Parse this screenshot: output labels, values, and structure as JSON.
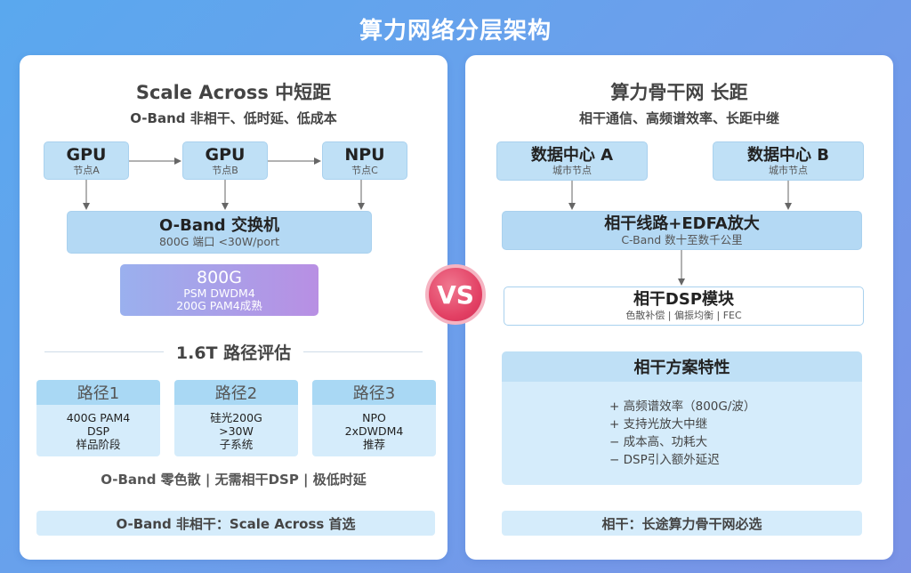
{
  "title": "算力网络分层架构",
  "vs_label": "VS",
  "left": {
    "title": "Scale Across 中短距",
    "subtitle": "O-Band 非相干、低时延、低成本",
    "nodes": [
      {
        "label": "GPU",
        "sub": "节点A"
      },
      {
        "label": "GPU",
        "sub": "节点B"
      },
      {
        "label": "NPU",
        "sub": "节点C"
      }
    ],
    "switch": {
      "label": "O-Band 交换机",
      "sub": "800G 端口 <30W/port"
    },
    "module": {
      "label": "800G",
      "line1": "PSM DWDM4",
      "line2": "200G PAM4成熟"
    },
    "section_title": "1.6T 路径评估",
    "paths": [
      {
        "title": "路径1",
        "lines": [
          "400G PAM4",
          "DSP",
          "样品阶段"
        ]
      },
      {
        "title": "路径2",
        "lines": [
          "硅光200G",
          ">30W",
          "子系统"
        ]
      },
      {
        "title": "路径3",
        "lines": [
          "NPO",
          "2xDWDM4",
          "推荐"
        ]
      }
    ],
    "note": "O-Band 零色散 | 无需相干DSP | 极低时延",
    "footer": "O-Band 非相干：Scale Across 首选"
  },
  "right": {
    "title": "算力骨干网 长距",
    "subtitle": "相干通信、高频谱效率、长距中继",
    "datacenters": [
      {
        "label": "数据中心 A",
        "sub": "城市节点"
      },
      {
        "label": "数据中心 B",
        "sub": "城市节点"
      }
    ],
    "link": {
      "label": "相干线路+EDFA放大",
      "sub": "C-Band 数十至数千公里"
    },
    "dsp": {
      "label": "相干DSP模块",
      "sub": "色散补偿 | 偏振均衡 | FEC"
    },
    "features": {
      "title": "相干方案特性",
      "items": [
        "+ 高频谱效率（800G/波）",
        "+ 支持光放大中继",
        "− 成本高、功耗大",
        "− DSP引入额外延迟"
      ]
    },
    "footer": "相干：长途算力骨干网必选"
  },
  "colors": {
    "accent_blue": "#bfe0f6",
    "light_blue": "#d5ecfb",
    "vs_red": "#e23f63"
  }
}
